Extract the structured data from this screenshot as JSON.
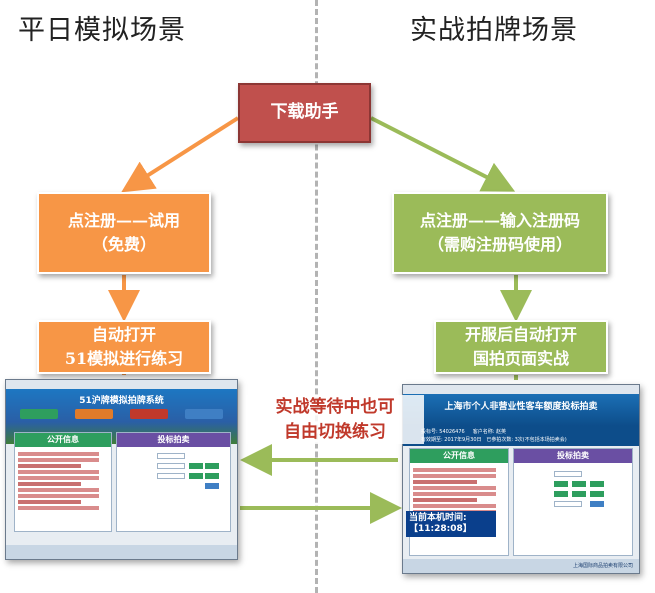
{
  "headings": {
    "left": "平日模拟场景",
    "right": "实战拍牌场景"
  },
  "colors": {
    "red": "#c0504d",
    "orange": "#f79646",
    "green": "#9bbb59",
    "overlay_text": "#c0392b",
    "divider": "#b3b3b3"
  },
  "boxes": {
    "download": "下载助手",
    "register_trial": {
      "line1": "点注册——试用",
      "line2": "（免费）"
    },
    "auto_open_left": {
      "line1": "自动打开",
      "line2": "51模拟进行练习"
    },
    "register_code": {
      "line1": "点注册——输入注册码",
      "line2": "（需购注册码使用）"
    },
    "auto_open_right": {
      "line1": "开服后自动打开",
      "line2": "国拍页面实战"
    }
  },
  "overlay": {
    "line1": "实战等待中也可",
    "line2": "自由切换练习"
  },
  "left_screenshot": {
    "app_title": "51沪牌模拟拍牌系统",
    "panel_public": "公开信息",
    "panel_bid": "投标拍卖"
  },
  "right_screenshot": {
    "app_title": "上海市个人非营业性客车额度投标拍卖",
    "bid_no_label": "投标号:",
    "bid_no": "54026476",
    "client_label": "客户名称:",
    "client": "赵英",
    "expiry_label": "有效期至:",
    "expiry": "2017年9月30日",
    "used_label": "已参拍次数:",
    "used": "3次(不包括本场拍卖会)",
    "panel_public": "公开信息",
    "panel_bid": "投标拍卖",
    "clock_label": "当前本机时间:",
    "clock_time": "【11:28:08】",
    "footer": "上海国际商品拍卖有限公司"
  }
}
